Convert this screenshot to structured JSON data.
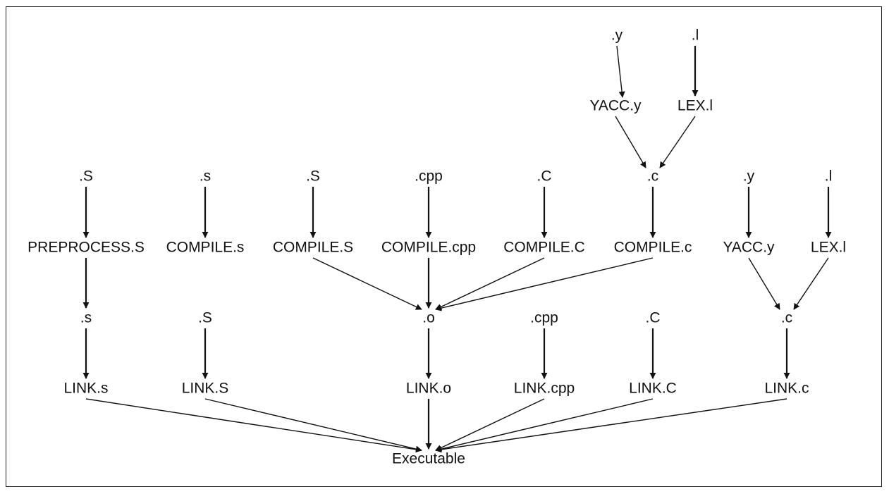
{
  "diagram": {
    "nodes": [
      {
        "id": "y_top",
        "label": ".y"
      },
      {
        "id": "l_top",
        "label": ".l"
      },
      {
        "id": "yacc_top",
        "label": "YACC.y"
      },
      {
        "id": "lex_top",
        "label": "LEX.l"
      },
      {
        "id": "S_1",
        "label": ".S"
      },
      {
        "id": "s_1",
        "label": ".s"
      },
      {
        "id": "S_2",
        "label": ".S"
      },
      {
        "id": "cpp_1",
        "label": ".cpp"
      },
      {
        "id": "C_1",
        "label": ".C"
      },
      {
        "id": "c_1",
        "label": ".c"
      },
      {
        "id": "y_2",
        "label": ".y"
      },
      {
        "id": "l_2",
        "label": ".l"
      },
      {
        "id": "preprocess_S",
        "label": "PREPROCESS.S"
      },
      {
        "id": "compile_s",
        "label": "COMPILE.s"
      },
      {
        "id": "compile_S",
        "label": "COMPILE.S"
      },
      {
        "id": "compile_cpp",
        "label": "COMPILE.cpp"
      },
      {
        "id": "compile_C",
        "label": "COMPILE.C"
      },
      {
        "id": "compile_c",
        "label": "COMPILE.c"
      },
      {
        "id": "yacc_2",
        "label": "YACC.y"
      },
      {
        "id": "lex_2",
        "label": "LEX.l"
      },
      {
        "id": "s_2",
        "label": ".s"
      },
      {
        "id": "S_3",
        "label": ".S"
      },
      {
        "id": "o_1",
        "label": ".o"
      },
      {
        "id": "cpp_2",
        "label": ".cpp"
      },
      {
        "id": "C_2",
        "label": ".C"
      },
      {
        "id": "c_2",
        "label": ".c"
      },
      {
        "id": "link_s",
        "label": "LINK.s"
      },
      {
        "id": "link_S",
        "label": "LINK.S"
      },
      {
        "id": "link_o",
        "label": "LINK.o"
      },
      {
        "id": "link_cpp",
        "label": "LINK.cpp"
      },
      {
        "id": "link_C",
        "label": "LINK.C"
      },
      {
        "id": "link_c",
        "label": "LINK.c"
      },
      {
        "id": "executable",
        "label": "Executable"
      }
    ],
    "edges": [
      {
        "from": "y_top",
        "to": "yacc_top"
      },
      {
        "from": "l_top",
        "to": "lex_top"
      },
      {
        "from": "yacc_top",
        "to": "c_1"
      },
      {
        "from": "lex_top",
        "to": "c_1"
      },
      {
        "from": "S_1",
        "to": "preprocess_S"
      },
      {
        "from": "s_1",
        "to": "compile_s"
      },
      {
        "from": "S_2",
        "to": "compile_S"
      },
      {
        "from": "cpp_1",
        "to": "compile_cpp"
      },
      {
        "from": "C_1",
        "to": "compile_C"
      },
      {
        "from": "c_1",
        "to": "compile_c"
      },
      {
        "from": "y_2",
        "to": "yacc_2"
      },
      {
        "from": "l_2",
        "to": "lex_2"
      },
      {
        "from": "preprocess_S",
        "to": "s_2"
      },
      {
        "from": "compile_S",
        "to": "o_1"
      },
      {
        "from": "compile_cpp",
        "to": "o_1"
      },
      {
        "from": "compile_C",
        "to": "o_1"
      },
      {
        "from": "compile_c",
        "to": "o_1"
      },
      {
        "from": "yacc_2",
        "to": "c_2"
      },
      {
        "from": "lex_2",
        "to": "c_2"
      },
      {
        "from": "s_2",
        "to": "link_s"
      },
      {
        "from": "S_3",
        "to": "link_S"
      },
      {
        "from": "o_1",
        "to": "link_o"
      },
      {
        "from": "cpp_2",
        "to": "link_cpp"
      },
      {
        "from": "C_2",
        "to": "link_C"
      },
      {
        "from": "c_2",
        "to": "link_c"
      },
      {
        "from": "link_s",
        "to": "executable"
      },
      {
        "from": "link_S",
        "to": "executable"
      },
      {
        "from": "link_o",
        "to": "executable"
      },
      {
        "from": "link_cpp",
        "to": "executable"
      },
      {
        "from": "link_C",
        "to": "executable"
      },
      {
        "from": "link_c",
        "to": "executable"
      }
    ]
  }
}
